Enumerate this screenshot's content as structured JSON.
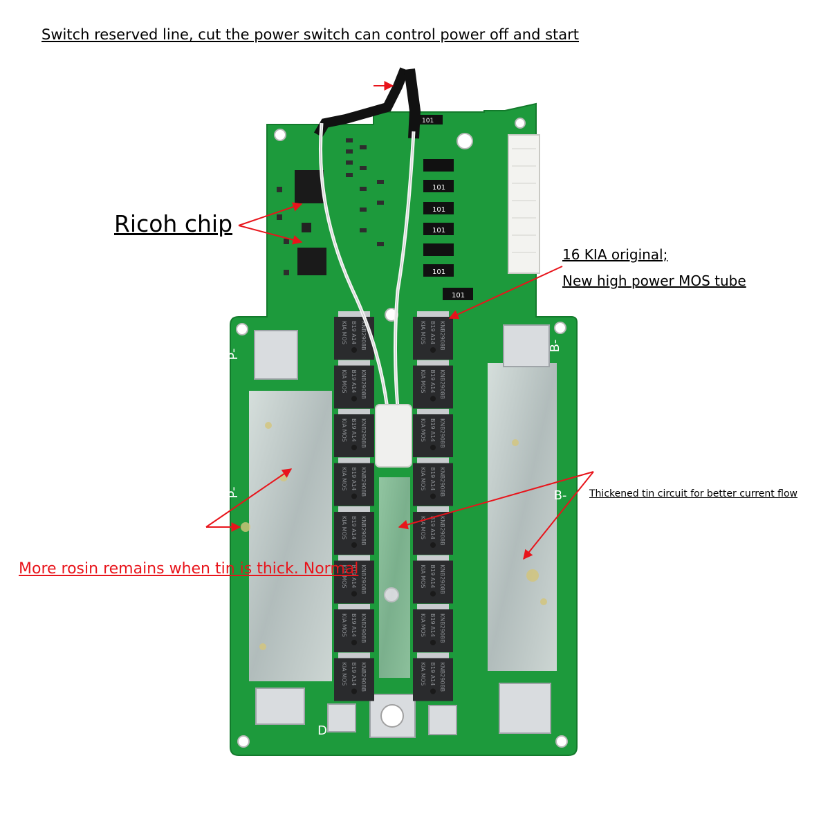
{
  "annotations": {
    "title": "Switch reserved line, cut the power switch can control power off and start",
    "ricoh_chip": "Ricoh chip",
    "kia_line1": "16 KIA original;",
    "kia_line2": "New high power MOS tube",
    "tin_circuit": "Thickened tin circuit for better current flow",
    "rosin": "More rosin remains when tin is thick. Normal"
  },
  "board": {
    "pad_labels": {
      "p_minus_top": "P-",
      "p_minus_mid": "P-",
      "b_minus_top": "B-",
      "b_minus_mid": "B-",
      "d": "D"
    },
    "resistor_code": "101",
    "mosfet_marking": {
      "line1": "KIA MOS",
      "line2": "B19 A14",
      "line3": "KNB2908B"
    }
  },
  "colors": {
    "pcb_green": "#1d9a3c",
    "annotation_red": "#e8141b"
  }
}
